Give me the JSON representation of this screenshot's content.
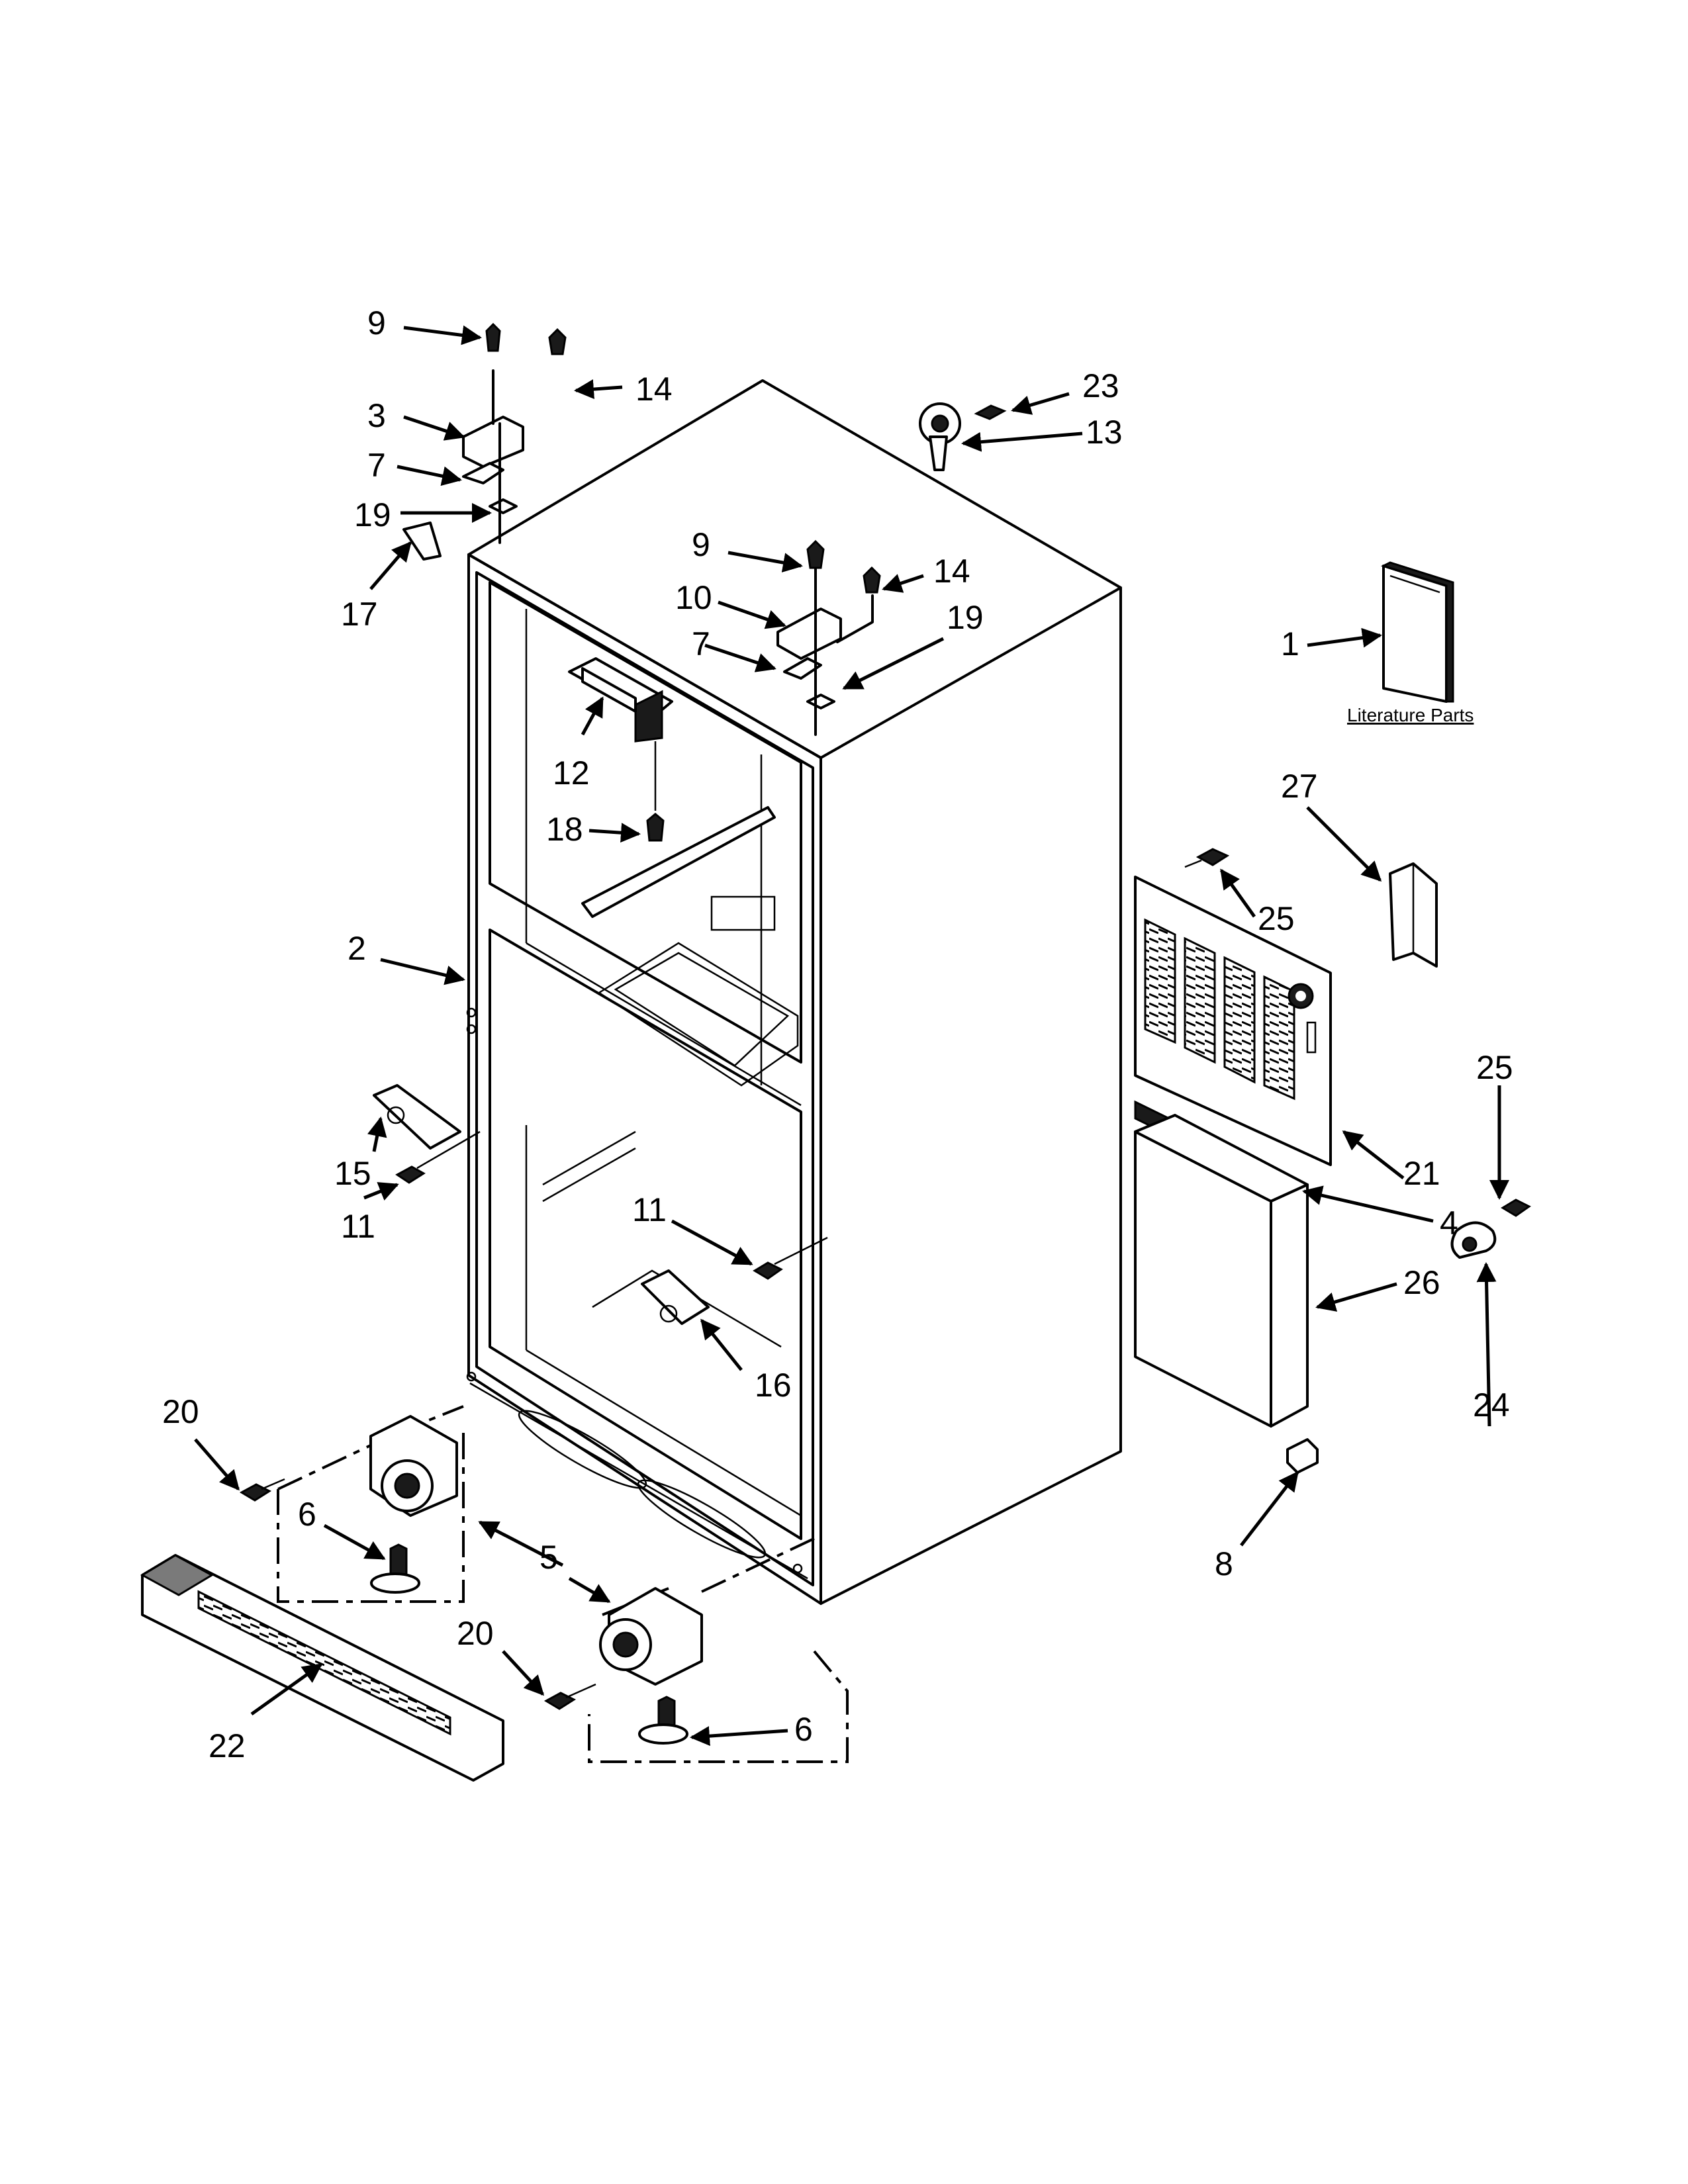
{
  "diagram": {
    "literature_label": "Literature Parts",
    "callouts": [
      {
        "id": "c9a",
        "text": "9"
      },
      {
        "id": "c14a",
        "text": "14"
      },
      {
        "id": "c3",
        "text": "3"
      },
      {
        "id": "c7a",
        "text": "7"
      },
      {
        "id": "c19a",
        "text": "19"
      },
      {
        "id": "c17",
        "text": "17"
      },
      {
        "id": "c23",
        "text": "23"
      },
      {
        "id": "c13",
        "text": "13"
      },
      {
        "id": "c9b",
        "text": "9"
      },
      {
        "id": "c14b",
        "text": "14"
      },
      {
        "id": "c10",
        "text": "10"
      },
      {
        "id": "c7b",
        "text": "7"
      },
      {
        "id": "c19b",
        "text": "19"
      },
      {
        "id": "c12",
        "text": "12"
      },
      {
        "id": "c18",
        "text": "18"
      },
      {
        "id": "c1",
        "text": "1"
      },
      {
        "id": "c27",
        "text": "27"
      },
      {
        "id": "c25a",
        "text": "25"
      },
      {
        "id": "c2",
        "text": "2"
      },
      {
        "id": "c15",
        "text": "15"
      },
      {
        "id": "c11a",
        "text": "11"
      },
      {
        "id": "c11b",
        "text": "11"
      },
      {
        "id": "c16",
        "text": "16"
      },
      {
        "id": "c21",
        "text": "21"
      },
      {
        "id": "c25b",
        "text": "25"
      },
      {
        "id": "c4",
        "text": "4"
      },
      {
        "id": "c26",
        "text": "26"
      },
      {
        "id": "c24",
        "text": "24"
      },
      {
        "id": "c8",
        "text": "8"
      },
      {
        "id": "c20a",
        "text": "20"
      },
      {
        "id": "c6a",
        "text": "6"
      },
      {
        "id": "c5",
        "text": "5"
      },
      {
        "id": "c20b",
        "text": "20"
      },
      {
        "id": "c6b",
        "text": "6"
      },
      {
        "id": "c22",
        "text": "22"
      }
    ]
  }
}
